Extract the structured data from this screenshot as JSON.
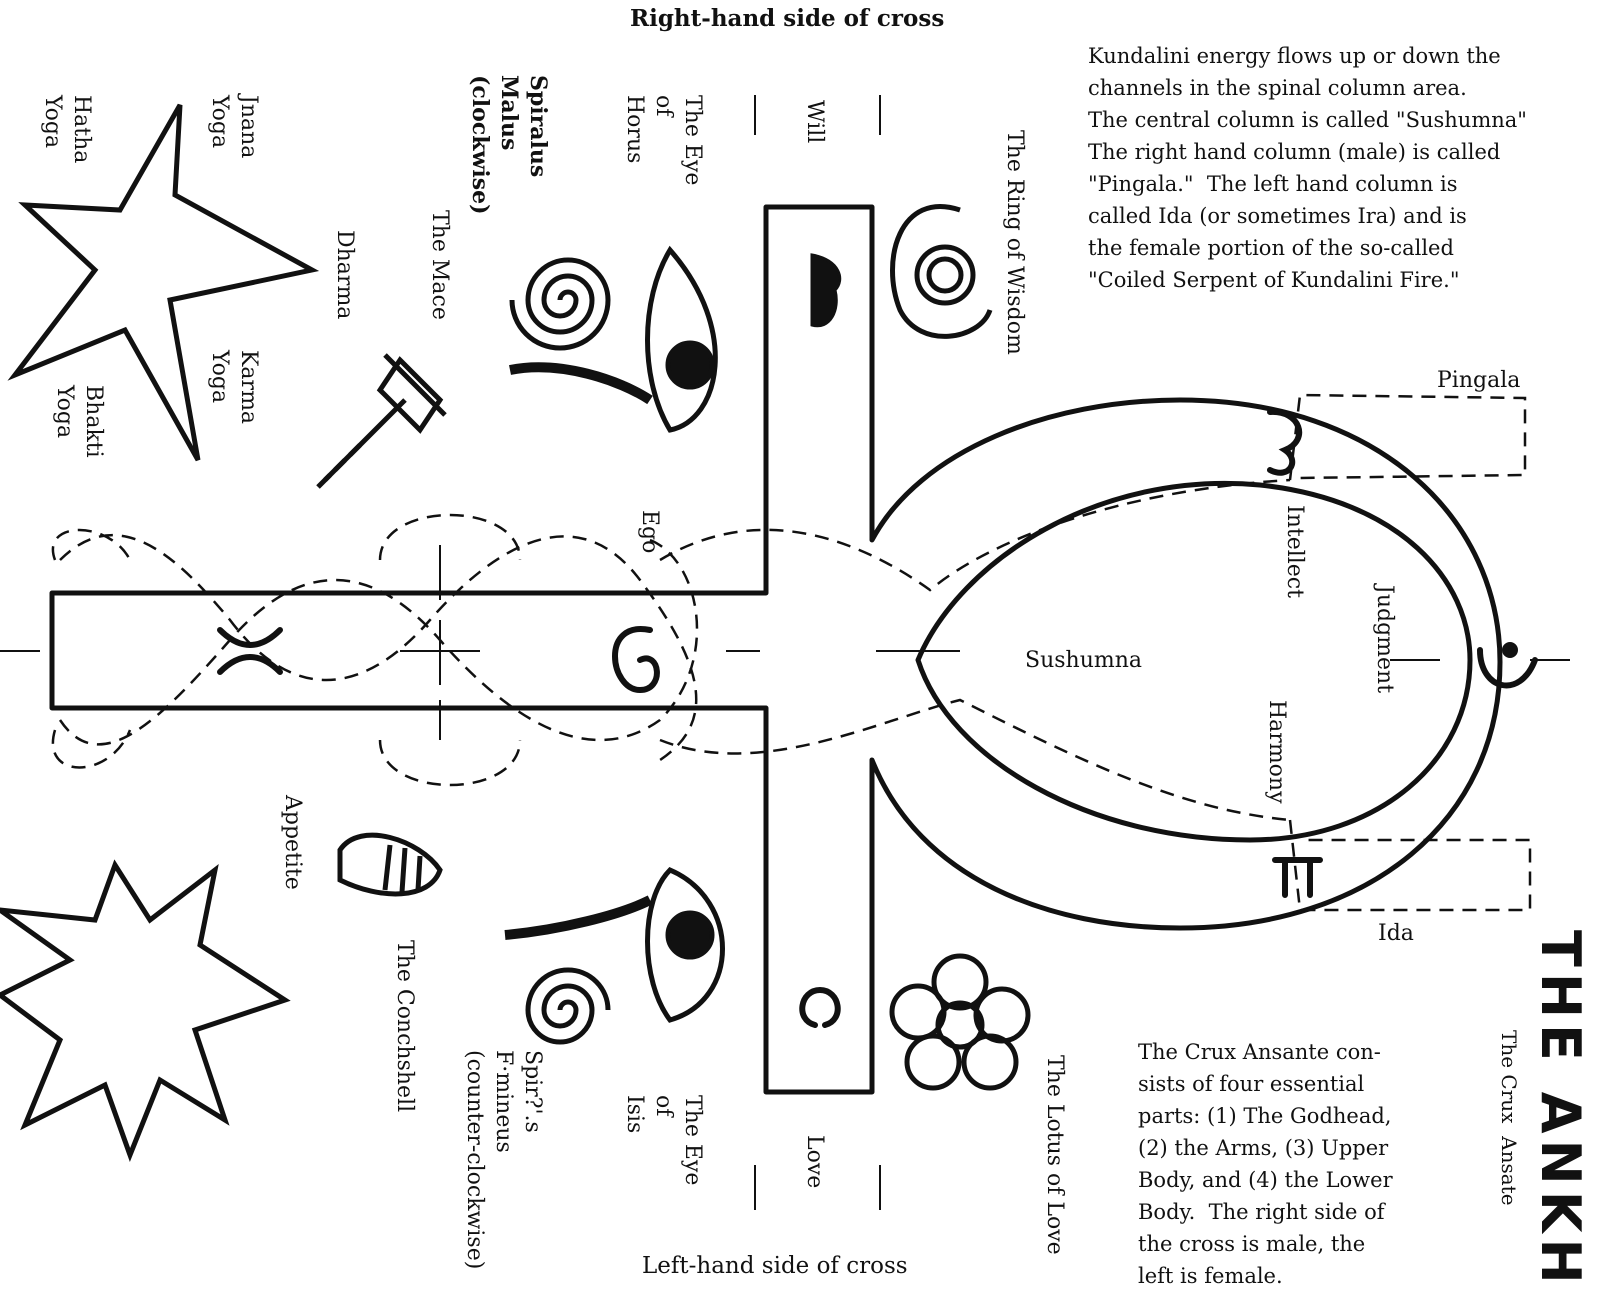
{
  "top_caption": "Right-hand side of cross",
  "bottom_caption": "Left-hand side of cross",
  "kundalini_text": "Kundalini energy flows up or down the\nchannels in the spinal column area.\nThe central column is called \"Sushumna\"\nThe right hand column (male) is called\n\"Pingala.\"  The left hand column is\ncalled Ida (or sometimes Ira) and is\nthe female portion of the so-called\n\"Coiled Serpent of Kundalini Fire.\"",
  "crux_text": "The Crux Ansante con-\nsists of four essential\nparts: (1) The Godhead,\n(2) the Arms, (3) Upper\nBody, and (4) the Lower\nBody.  The right side of\nthe cross is male, the\nleft is female.",
  "title": "THE ANKH",
  "subtitle": "The Crux  Ansate",
  "labels": {
    "will": "Will",
    "love": "Love",
    "eye_horus": "The Eye\nof\nHorus",
    "eye_isis": "The Eye\nof\nIsis",
    "spiralus_malus": "Spiralus\nMalus\n(clockwise)",
    "spiralus_femineus": "Spir?'.s\nF·mineus\n(counter-clockwise)",
    "ring": "The Ring of Wisdom",
    "lotus": "The Lotus of Love",
    "mace": "The Mace",
    "dharma": "Dharma",
    "conchshell": "The Conchshell",
    "appetite": "Appetite",
    "ego": "Ego",
    "jnana": "Jnana\nYoga",
    "hatha": "Hatha\nYoga",
    "karma": "Karma\nYoga",
    "bhakti": "Bhakti\nYoga",
    "intellect": "Intellect",
    "judgment": "Judgment",
    "harmony": "Harmony",
    "sushumna": "Sushumna",
    "pingala": "Pingala",
    "ida": "Ida"
  },
  "icons": [
    "five-point-star-icon",
    "seven-point-star-icon",
    "spiral-icon",
    "eye-icon",
    "ring-icon",
    "lotus-icon",
    "mace-icon",
    "conchshell-icon",
    "chakra-glyph-icon"
  ]
}
